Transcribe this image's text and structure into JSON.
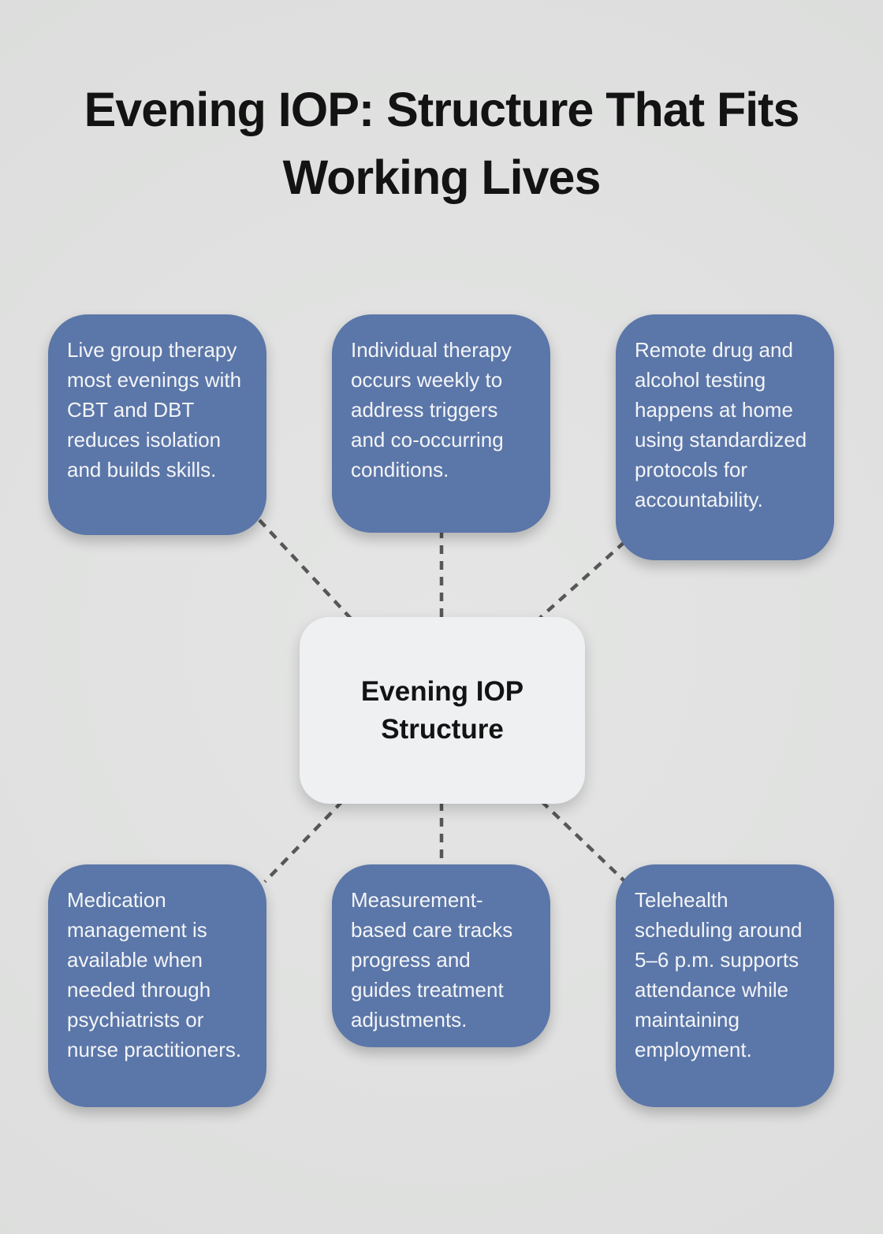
{
  "title": "Evening IOP: Structure That Fits Working Lives",
  "center": {
    "label": "Evening IOP Structure"
  },
  "nodes": [
    {
      "id": "live-group-therapy",
      "position": "top-left",
      "text": "Live group therapy most evenings with CBT and DBT reduces isolation and builds skills."
    },
    {
      "id": "individual-therapy",
      "position": "top-middle",
      "text": "Individual therapy occurs weekly to address triggers and co-occurring conditions."
    },
    {
      "id": "remote-testing",
      "position": "top-right",
      "text": "Remote drug and alcohol testing happens at home using standardized protocols for accountability."
    },
    {
      "id": "medication-management",
      "position": "bottom-left",
      "text": "Medication management is available when needed through psychiatrists or nurse practitioners."
    },
    {
      "id": "measurement-based-care",
      "position": "bottom-middle",
      "text": "Measurement-based care tracks progress and guides treatment adjustments."
    },
    {
      "id": "telehealth-scheduling",
      "position": "bottom-right",
      "text": "Telehealth scheduling around 5–6 p.m. supports attendance while maintaining employment."
    }
  ],
  "colors": {
    "background": "#e0e1e0",
    "card_fill": "#5b76a8",
    "card_text": "#f3f5f8",
    "center_fill": "#eef0f2",
    "center_text": "#131313",
    "title_text": "#131313",
    "connector": "#575757"
  }
}
